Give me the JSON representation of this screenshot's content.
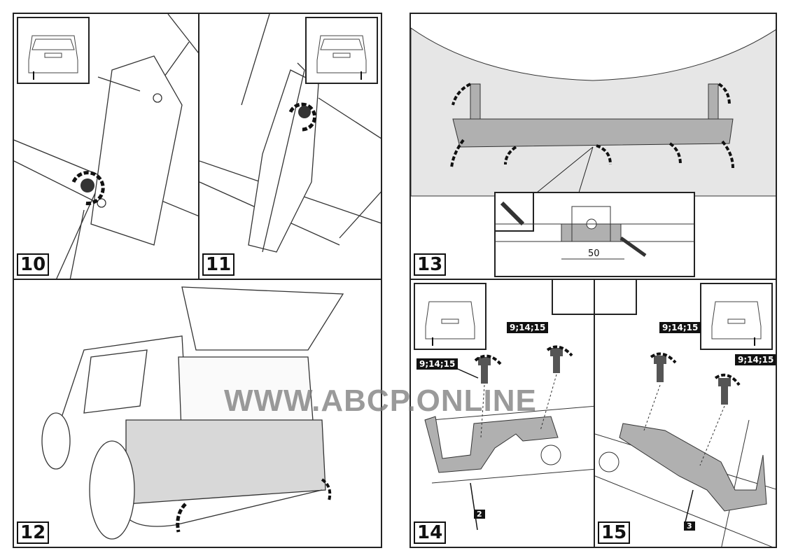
{
  "steps": [
    "10",
    "11",
    "12",
    "13",
    "14",
    "15"
  ],
  "step13": {
    "dimension": "50"
  },
  "step14": {
    "part_refs": [
      "9;14;15",
      "9;14;15"
    ],
    "part_number": "2"
  },
  "step15": {
    "part_refs": [
      "9;14;15",
      "9;14;15"
    ],
    "part_number": "3"
  },
  "watermark": "WWW.ABCP.ONLINE",
  "colors": {
    "line": "#222222",
    "part_fill": "#b0b0b0",
    "background_fill": "#e6e6e6"
  },
  "icons": [
    "car-rear-thumbnail-icon",
    "rotate-arrow-icon",
    "knife-cutter-icon",
    "hand-tool-icon"
  ]
}
